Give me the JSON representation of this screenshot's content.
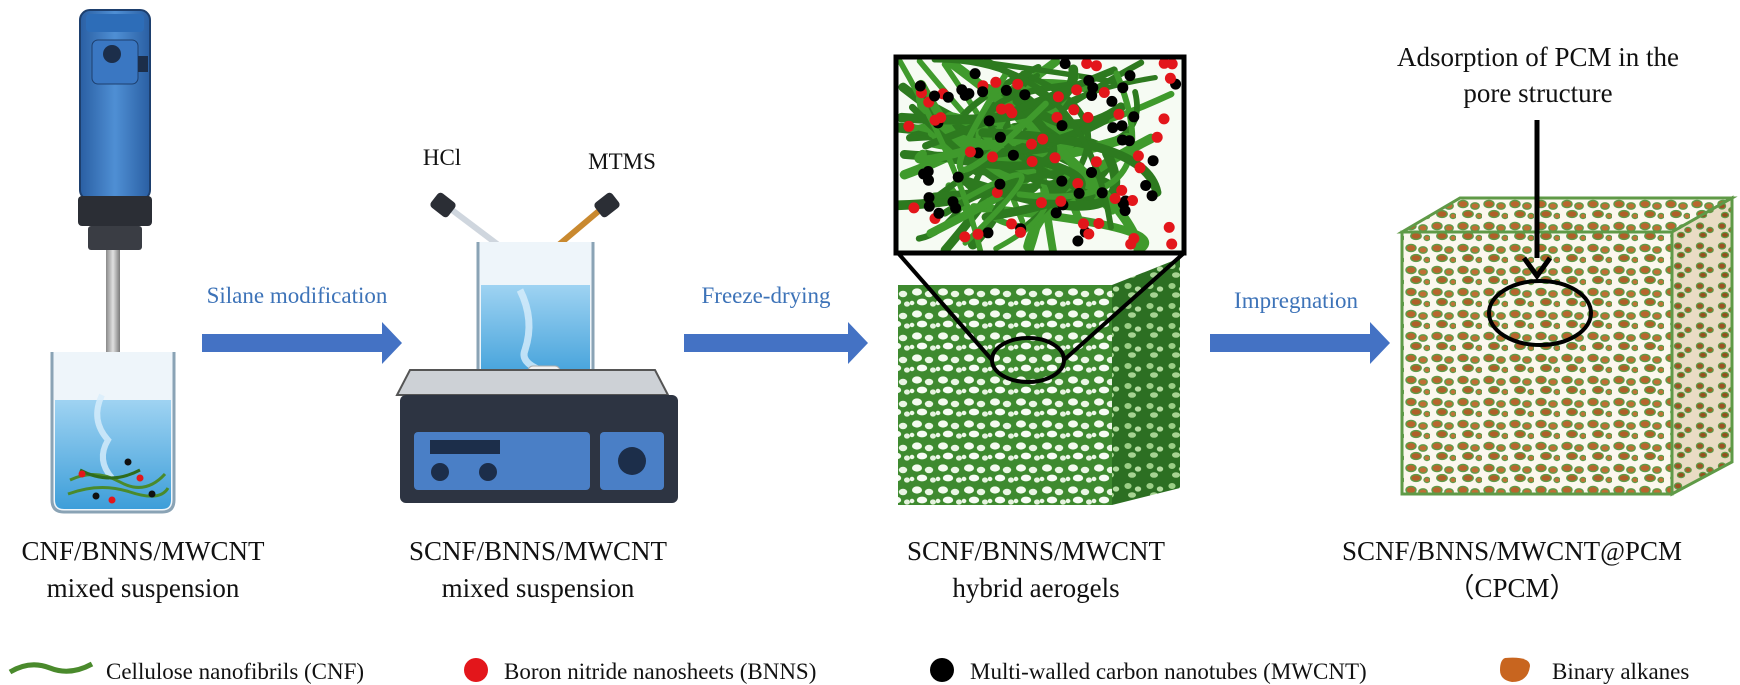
{
  "steps": {
    "silane": "Silane modification",
    "freeze": "Freeze-drying",
    "impregnation": "Impregnation"
  },
  "reagents": {
    "hcl": "HCl",
    "mtms": "MTMS"
  },
  "stages": [
    {
      "line1": "CNF/BNNS/MWCNT",
      "line2": "mixed suspension"
    },
    {
      "line1": "SCNF/BNNS/MWCNT",
      "line2": "mixed suspension"
    },
    {
      "line1": "SCNF/BNNS/MWCNT",
      "line2": "hybrid aerogels"
    },
    {
      "line1": "SCNF/BNNS/MWCNT@PCM",
      "line2": "（CPCM）"
    }
  ],
  "annotation": {
    "line1": "Adsorption of PCM in the",
    "line2": "pore structure"
  },
  "legend": [
    {
      "label": "Cellulose nanofibrils (CNF)",
      "icon": "green-fiber-icon",
      "color": "#4a8a2c"
    },
    {
      "label": "Boron nitride nanosheets (BNNS)",
      "icon": "red-dot-icon",
      "color": "#e3161b"
    },
    {
      "label": "Multi-walled carbon nanotubes (MWCNT)",
      "icon": "black-dot-icon",
      "color": "#000000"
    },
    {
      "label": "Binary alkanes",
      "icon": "orange-drop-icon",
      "color": "#c8651f"
    }
  ],
  "colors": {
    "arrow": "#4472c4",
    "step_text": "#3d73b8",
    "aerogel": "#3f8f32",
    "alkane": "#b8652d"
  }
}
